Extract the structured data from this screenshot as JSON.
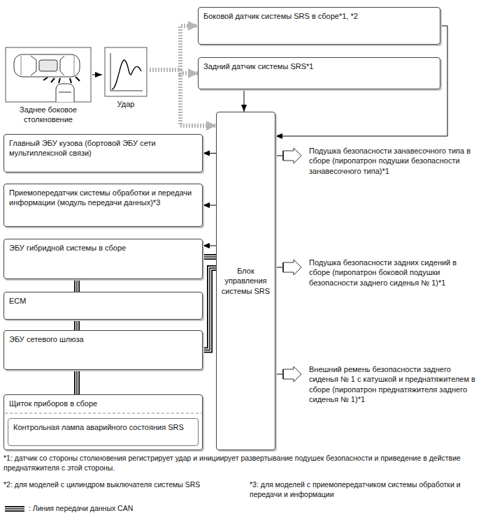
{
  "diagram": {
    "nodes": [
      {
        "text": [
          "Заднее боковое столкновение"
        ]
      },
      {
        "text": [
          "Удар"
        ]
      },
      {
        "text": [
          "Боковой датчик системы SRS в сборе*1, *2"
        ]
      },
      {
        "text": [
          "Задний датчик системы SRS*1"
        ]
      },
      {
        "text": [
          "Главный ЭБУ кузова (бортовой ЭБУ сети мультиплексной связи)"
        ]
      },
      {
        "text": [
          "Приемопередатчик системы обработки и передачи информации (модуль передачи данных)*3"
        ]
      },
      {
        "text": [
          "Блок управления системы SRS"
        ]
      },
      {
        "text": [
          "Подушка безопасности занавесочного типа в сборе (пиропатрон подушки безопасности занавесочного типа)*1"
        ]
      },
      {
        "text": [
          "ЭБУ гибридной системы в сборе"
        ]
      },
      {
        "text": [
          "Подушка безопасности задних сидений в сборе (пиропатрон боковой подушки безопасности заднего сиденья № 1)*1"
        ]
      },
      {
        "text": [
          "ECM"
        ]
      },
      {
        "text": [
          "ЭБУ сетевого шлюза"
        ]
      },
      {
        "text": [
          "Внешний ремень безопасности заднего сиденья № 1 с катушкой и преднатяжителем в сборе (пиропатрон преднатяжителя заднего сиденья № 1)*1"
        ]
      },
      {
        "text": [
          "Щиток приборов в сборе"
        ]
      },
      {
        "text": [
          "Контрольная лампа аварийного состояния SRS"
        ],
        "in": 13
      }
    ],
    "edges": [
      {
        "from": 0,
        "to": 1,
        "arrow": "to"
      },
      {
        "from": 1,
        "to": 2,
        "arrow": "to"
      },
      {
        "from": 1,
        "to": 3,
        "arrow": "to"
      },
      {
        "from": 1,
        "to": 6,
        "arrow": "to"
      },
      {
        "from": 2,
        "to": 6,
        "arrow": "to"
      },
      {
        "from": 3,
        "to": 6,
        "arrow": "to"
      },
      {
        "from": 6,
        "to": 4,
        "arrow": "to"
      },
      {
        "from": 6,
        "to": 5,
        "arrow": "to"
      },
      {
        "from": 6,
        "to": 8,
        "arrow": "to"
      },
      {
        "from": 6,
        "to": 7,
        "arrow": "none"
      },
      {
        "from": 6,
        "to": 9,
        "arrow": "none"
      },
      {
        "from": 6,
        "to": 12,
        "arrow": "none"
      },
      {
        "from": 6,
        "to": 8,
        "arrow": "none"
      },
      {
        "from": 6,
        "to": 11,
        "arrow": "none"
      },
      {
        "from": 8,
        "to": 10,
        "arrow": "none"
      },
      {
        "from": 10,
        "to": 11,
        "arrow": "none"
      },
      {
        "from": 11,
        "to": 13,
        "arrow": "none"
      }
    ],
    "labels": [
      "*1: датчик со стороны столкновения регистрирует удар и инициирует развертывание подушек безопасности и приведение в действие преднатяжителя с этой стороны.",
      "*2: для моделей с цилиндром выключателя системы SRS",
      "*3: для моделей с приемопередатчиком системы обработки и передачи и информации"
    ],
    "legend": [
      {
        "text": ": Линия передачи данных CAN"
      }
    ]
  }
}
